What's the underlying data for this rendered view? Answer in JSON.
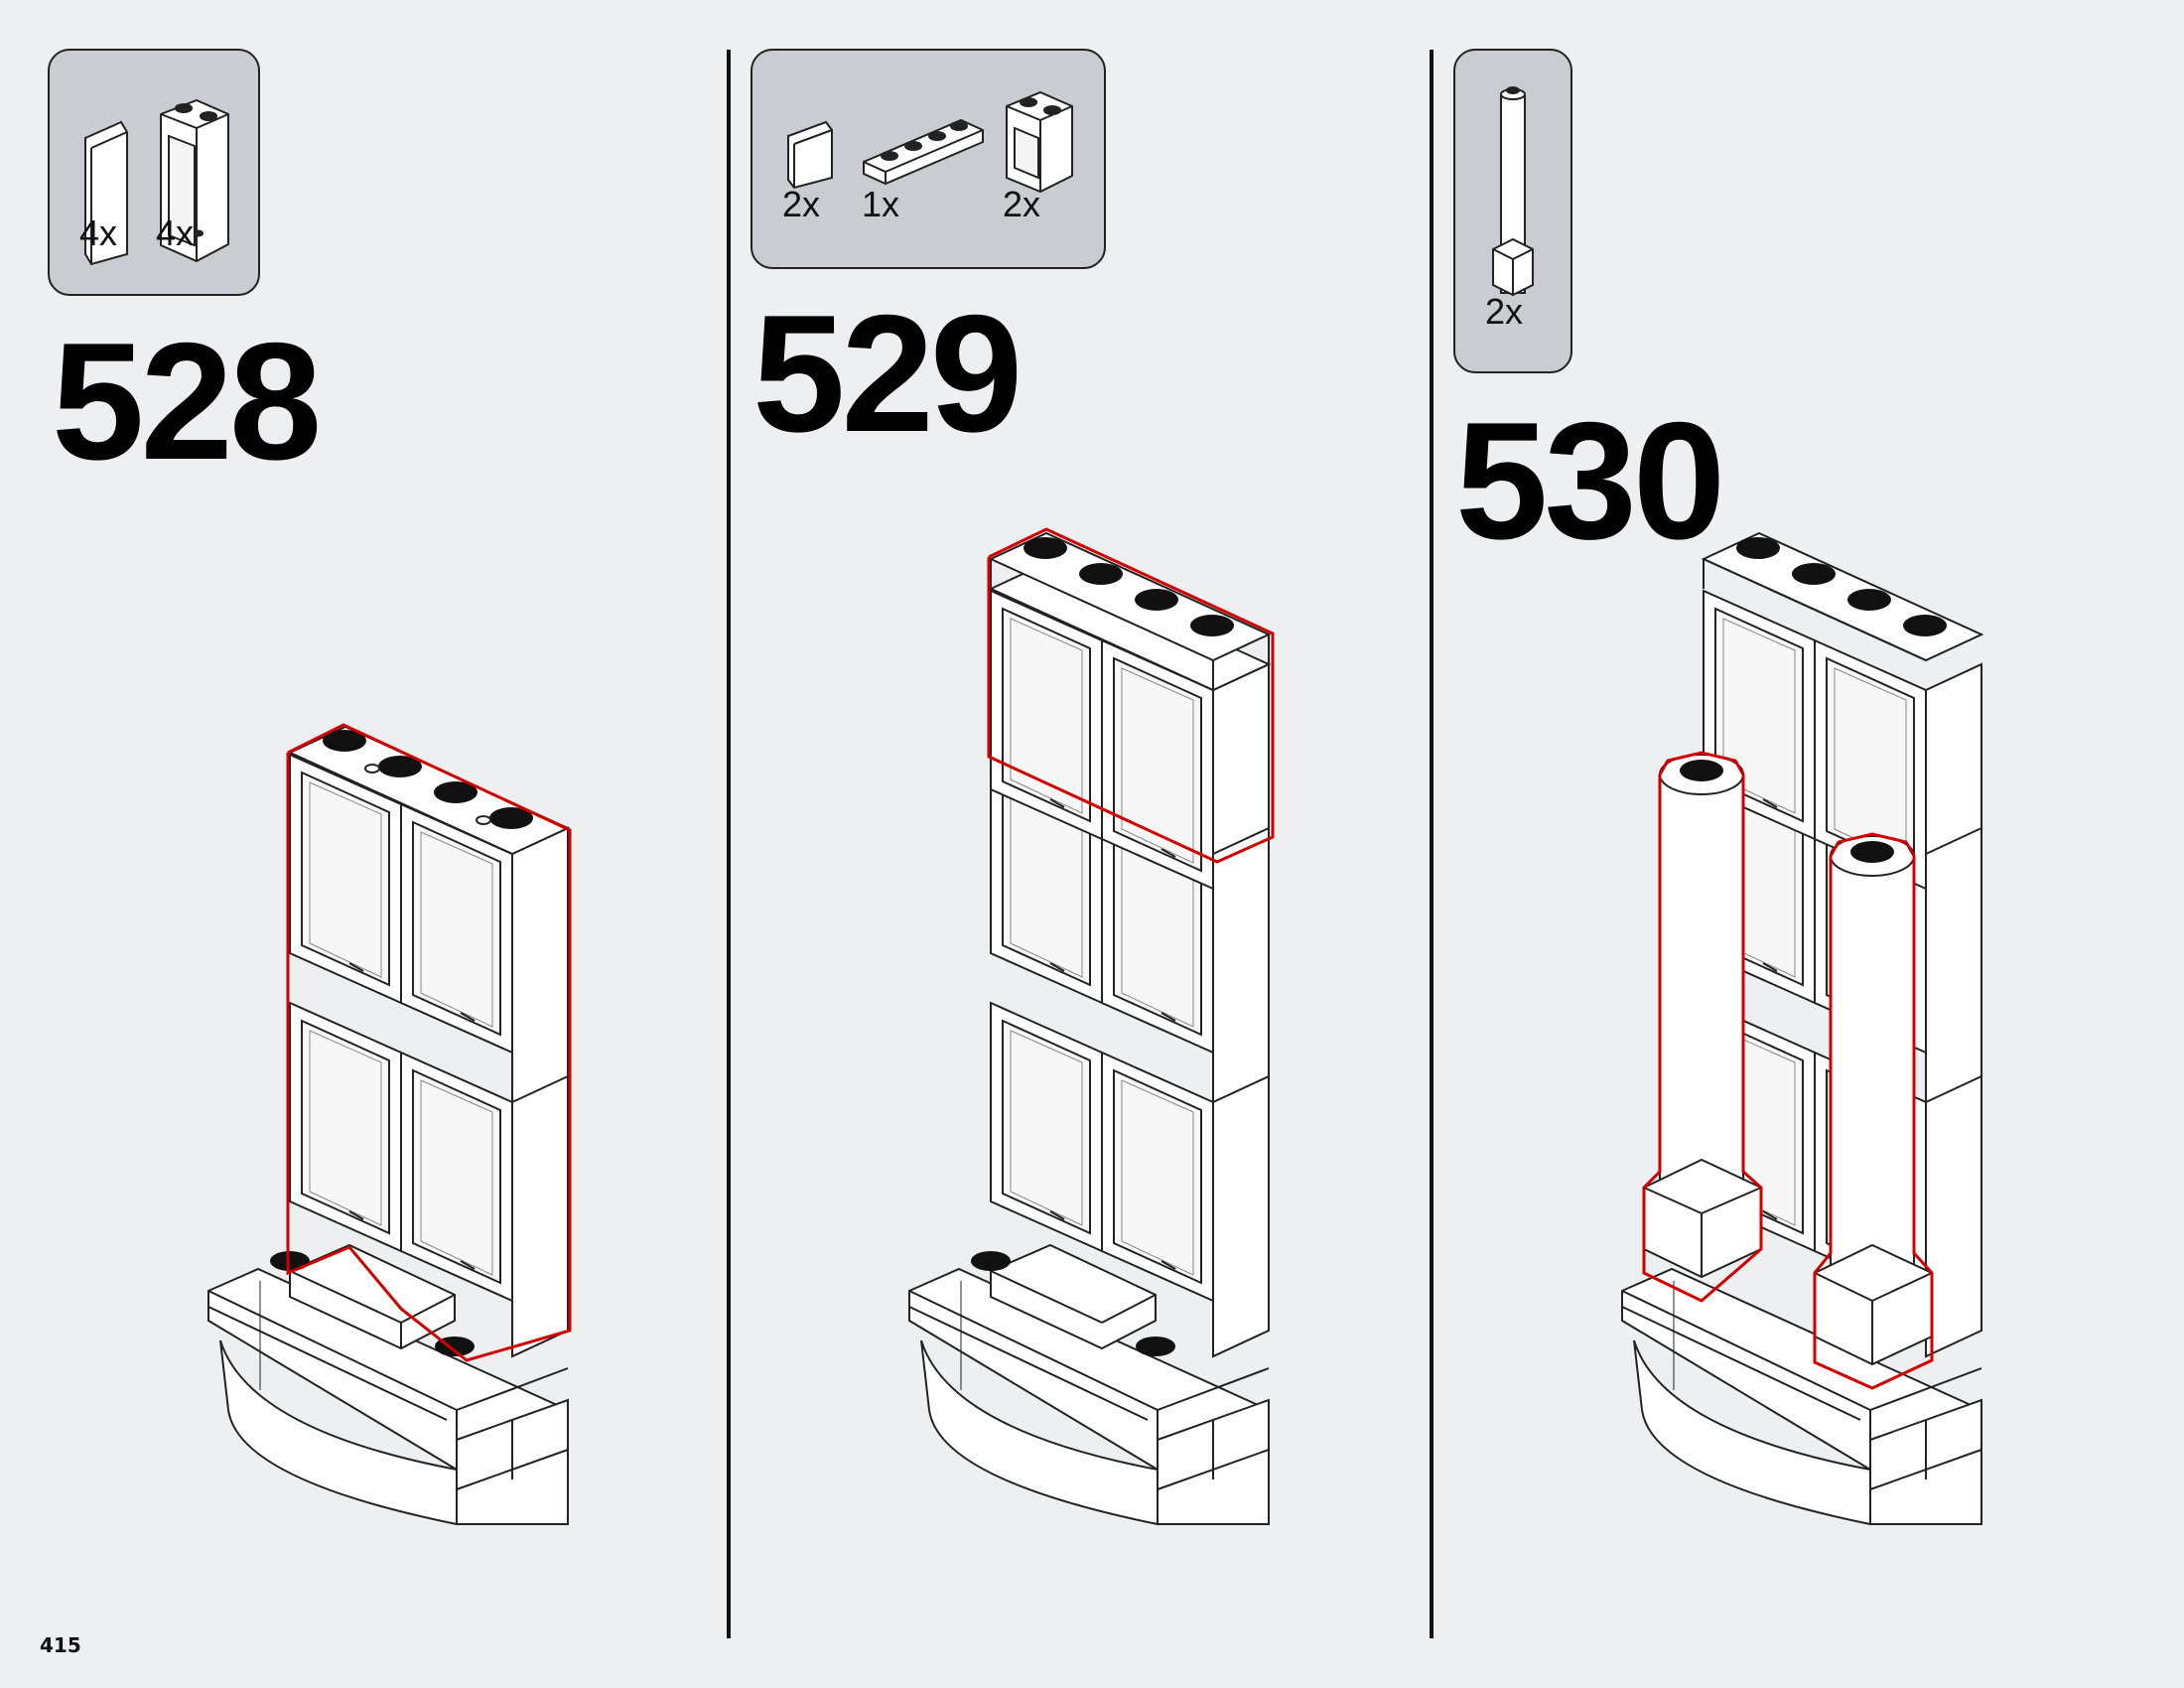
{
  "page_number": "415",
  "steps": [
    {
      "number": "528",
      "parts": [
        {
          "quantity": "4x",
          "icon": "window-glass-pane-icon"
        },
        {
          "quantity": "4x",
          "icon": "window-frame-1x2x3-icon"
        }
      ]
    },
    {
      "number": "529",
      "parts": [
        {
          "quantity": "2x",
          "icon": "window-glass-pane-icon"
        },
        {
          "quantity": "1x",
          "icon": "plate-1x4-icon"
        },
        {
          "quantity": "2x",
          "icon": "window-frame-1x2x2-icon"
        }
      ]
    },
    {
      "number": "530",
      "parts": [
        {
          "quantity": "2x",
          "icon": "column-pillar-icon"
        }
      ]
    }
  ],
  "colors": {
    "background": "#eeeff0",
    "parts_box": "#c9ccd0",
    "highlight_outline": "#d40000",
    "ink": "#000000"
  }
}
